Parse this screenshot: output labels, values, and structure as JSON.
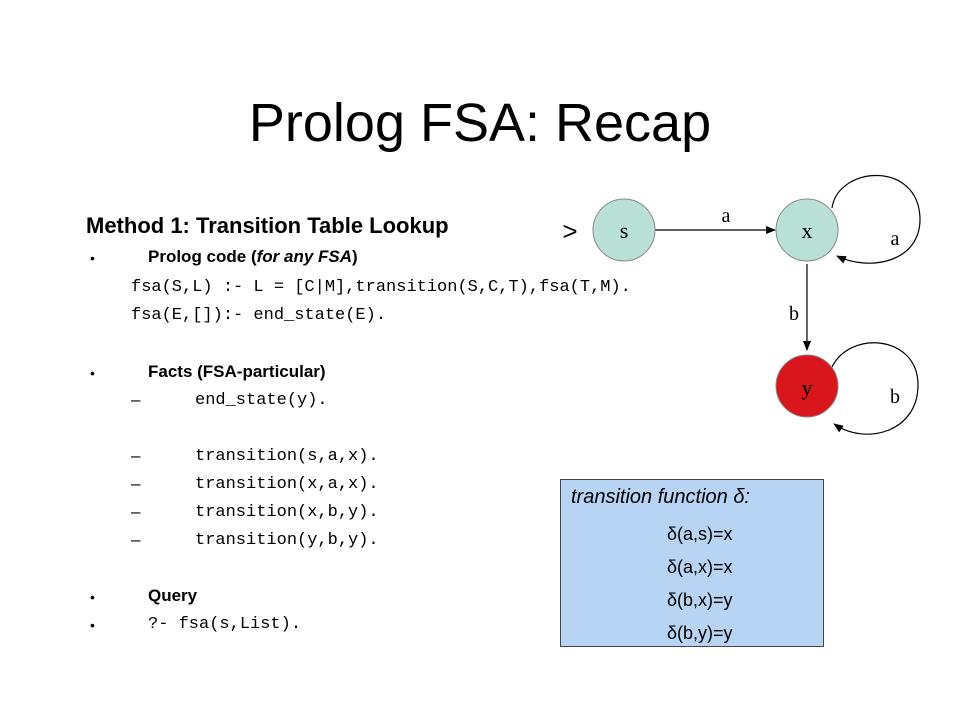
{
  "title": "Prolog FSA: Recap",
  "method_heading": "Method 1: Transition Table Lookup",
  "prolog_code_label": "Prolog code (",
  "prolog_code_italic": "for any FSA",
  "prolog_code_close": ")",
  "code_lines": [
    "fsa(S,L) :- L = [C|M],transition(S,C,T),fsa(T,M).",
    "fsa(E,[]):- end_state(E)."
  ],
  "facts_label": "Facts (FSA-particular)",
  "facts": [
    "end_state(y).",
    "transition(s,a,x).",
    "transition(x,a,x).",
    "transition(x,b,y).",
    "transition(y,b,y)."
  ],
  "query_label": "Query",
  "query": "?- fsa(s,List).",
  "bullet_symbol": "•",
  "dash_symbol": "–",
  "diagram": {
    "start_marker": ">",
    "states": [
      "s",
      "x",
      "y"
    ],
    "edge_labels": [
      "a",
      "a",
      "b",
      "b"
    ],
    "final_state_color": "#d8161c",
    "state_color": "#b8e0d6"
  },
  "transition_box": {
    "heading": "transition function δ:",
    "check_symbol": "",
    "rows": [
      "δ(a,s)=x",
      "δ(a,x)=x",
      "δ(b,x)=y",
      "δ(b,y)=y"
    ],
    "background": "#b8d4f5"
  }
}
